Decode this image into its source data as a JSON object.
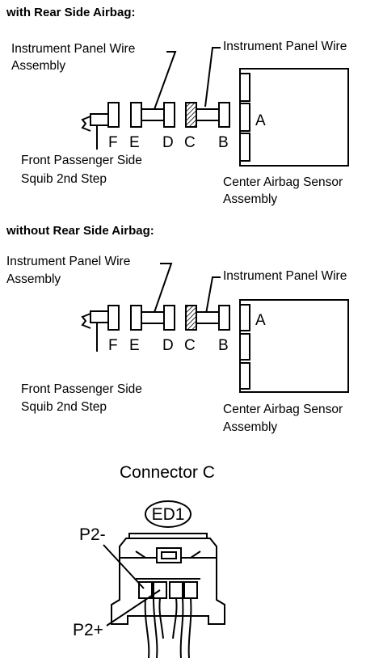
{
  "section_with": {
    "heading": "with Rear Side Airbag:",
    "ip_wire_left": [
      "Instrument Panel Wire",
      "Assembly"
    ],
    "ip_wire_right": "Instrument Panel Wire",
    "letters": [
      "F",
      "E",
      "D",
      "C",
      "B"
    ],
    "sensor_letter": "A",
    "passenger": [
      "Front Passenger Side",
      "Squib 2nd Step"
    ],
    "sensor": [
      "Center Airbag Sensor",
      "Assembly"
    ]
  },
  "section_without": {
    "heading": "without Rear Side Airbag:",
    "ip_wire_left": [
      "Instrument Panel Wire",
      "Assembly"
    ],
    "ip_wire_right": "Instrument Panel Wire",
    "letters": [
      "F",
      "E",
      "D",
      "C",
      "B"
    ],
    "sensor_letter": "A",
    "passenger": [
      "Front Passenger Side",
      "Squib 2nd Step"
    ],
    "sensor": [
      "Center Airbag Sensor",
      "Assembly"
    ]
  },
  "connector": {
    "title": "Connector C",
    "code": "ED1",
    "pin_minus": "P2-",
    "pin_plus": "P2+"
  }
}
